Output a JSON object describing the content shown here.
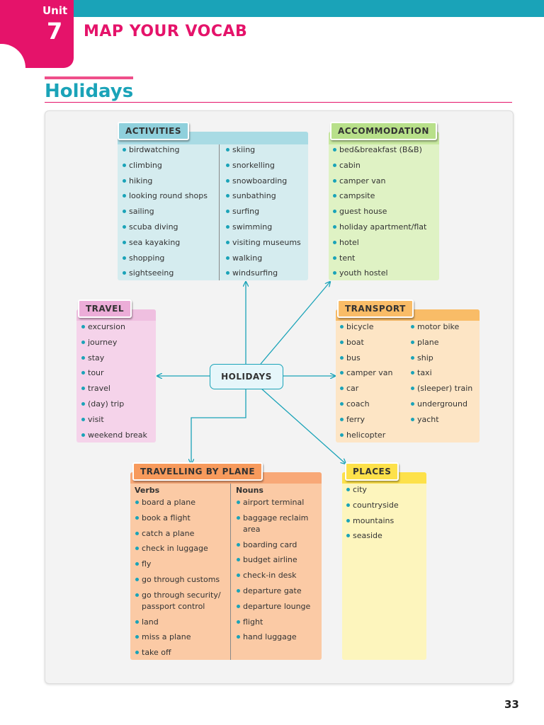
{
  "header": {
    "unit_word": "Unit",
    "unit_number": "7",
    "title": "MAP YOUR VOCAB"
  },
  "section": {
    "title": "Holidays"
  },
  "center": "HOLIDAYS",
  "activities": {
    "title": "ACTIVITIES",
    "col1": [
      "birdwatching",
      "climbing",
      "hiking",
      "looking round shops",
      "sailing",
      "scuba diving",
      "sea kayaking",
      "shopping",
      "sightseeing"
    ],
    "col2": [
      "skiing",
      "snorkelling",
      "snowboarding",
      "sunbathing",
      "surfing",
      "swimming",
      "visiting museums",
      "walking",
      "windsurfing"
    ]
  },
  "accommodation": {
    "title": "ACCOMMODATION",
    "items": [
      "bed&breakfast (B&B)",
      "cabin",
      "camper van",
      "campsite",
      "guest house",
      "holiday apartment/flat",
      "hotel",
      "tent",
      "youth hostel"
    ]
  },
  "travel": {
    "title": "TRAVEL",
    "items": [
      "excursion",
      "journey",
      "stay",
      "tour",
      "travel",
      "(day) trip",
      "visit",
      "weekend break"
    ]
  },
  "transport": {
    "title": "TRANSPORT",
    "col1": [
      "bicycle",
      "boat",
      "bus",
      "camper van",
      "car",
      "coach",
      "ferry",
      "helicopter"
    ],
    "col2": [
      "motor bike",
      "plane",
      "ship",
      "taxi",
      "(sleeper) train",
      "underground",
      "yacht"
    ]
  },
  "plane": {
    "title": "TRAVELLING BY PLANE",
    "verbs_label": "Verbs",
    "nouns_label": "Nouns",
    "verbs": [
      "board a plane",
      "book a flight",
      "catch a plane",
      "check in luggage",
      "fly",
      "go through customs",
      "go through security/",
      "passport control",
      "land",
      "miss a plane",
      "take off"
    ],
    "nouns": [
      "airport terminal",
      "baggage reclaim",
      "area",
      "boarding card",
      "budget airline",
      "check-in desk",
      "departure gate",
      "departure lounge",
      "flight",
      "hand luggage"
    ]
  },
  "places": {
    "title": "PLACES",
    "items": [
      "city",
      "countryside",
      "mountains",
      "seaside"
    ]
  },
  "page_number": "33",
  "colors": {
    "teal": "#1aa3b8",
    "pink": "#e5136a",
    "activities_bg": "#d5ecef",
    "activities_hdr": "#8fd0dc",
    "accommodation_bg": "#dff2c4",
    "accommodation_hdr": "#b8e08a",
    "travel_bg": "#f5d3ea",
    "travel_hdr": "#ecadd8",
    "transport_bg": "#fde5c5",
    "transport_hdr": "#f9bc67",
    "plane_bg": "#fbcaa5",
    "plane_hdr": "#f79a5c",
    "places_bg": "#fdf5bd",
    "places_hdr": "#fde14a"
  }
}
